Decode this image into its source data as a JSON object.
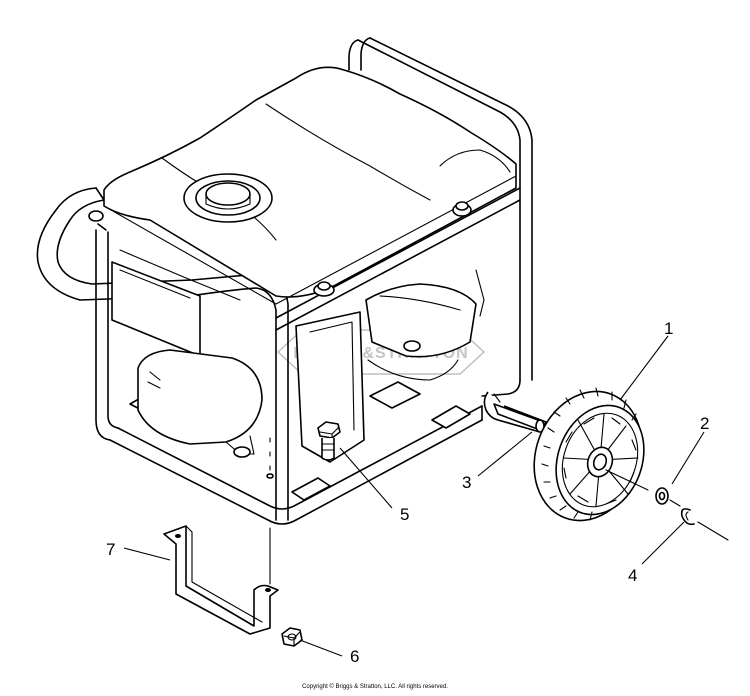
{
  "watermark": {
    "text": "BRIGGS&STRATTON"
  },
  "callouts": [
    {
      "id": "1",
      "label": "1"
    },
    {
      "id": "2",
      "label": "2"
    },
    {
      "id": "3",
      "label": "3"
    },
    {
      "id": "4",
      "label": "4"
    },
    {
      "id": "5",
      "label": "5"
    },
    {
      "id": "6",
      "label": "6"
    },
    {
      "id": "7",
      "label": "7"
    }
  ],
  "footer": {
    "copyright": "Copyright © Briggs & Stratton, LLC. All rights reserved."
  }
}
